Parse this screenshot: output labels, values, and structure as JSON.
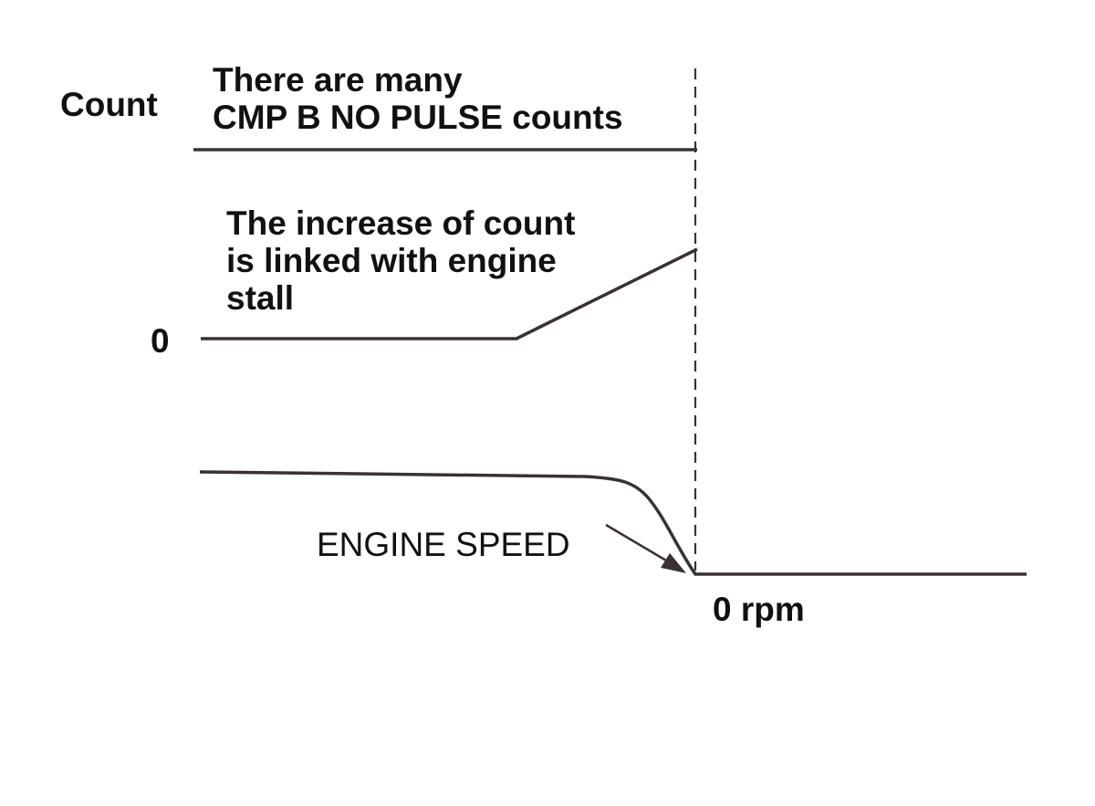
{
  "labels": {
    "count_axis": "Count",
    "zero_count": "0",
    "many_counts_line1": "There are many",
    "many_counts_line2": "CMP B NO PULSE counts",
    "increase_line1": "The increase of count",
    "increase_line2": "is linked with engine",
    "increase_line3": "stall",
    "engine_speed": "ENGINE SPEED",
    "zero_rpm": "0 rpm"
  },
  "colors": {
    "line": "#3a3230",
    "text": "#111111"
  }
}
